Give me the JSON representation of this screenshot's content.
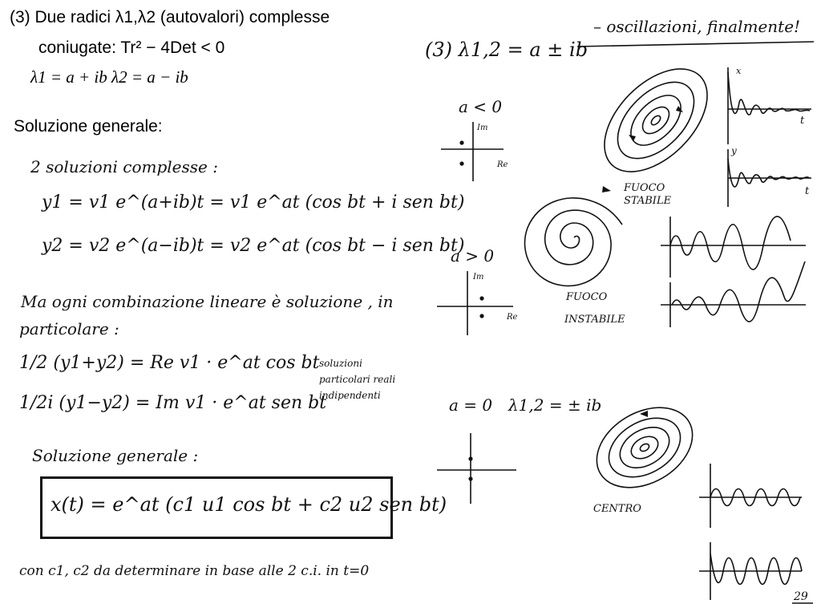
{
  "header": {
    "line1": "(3) Due radici λ1,λ2 (autovalori) complesse",
    "line2": "coniugate: Tr² − 4Det < 0",
    "eigen": "λ1 = a + ib    λ2 = a − ib"
  },
  "general_solution_title": "Soluzione generale:",
  "notes": {
    "two_solutions": "2 soluzioni complesse :",
    "y1": "y1 = v1 e^(a+ib)t = v1 e^at (cos bt + i sen bt)",
    "y2": "y2 = v2 e^(a−ib)t = v2 e^at (cos bt − i sen bt)",
    "linear_combo_1": "Ma ogni combinazione lineare è soluzione , in",
    "linear_combo_2": "particolare :",
    "real_part": "1/2 (y1+y2) = Re v1 · e^at cos bt",
    "imag_part": "1/2i (y1−y2) = Im v1 · e^at sen bt",
    "side_note_1": "soluzioni",
    "side_note_2": "particolari reali",
    "side_note_3": "indipendenti",
    "general_title": "Soluzione generale :",
    "general_formula": "x(t) = e^at (c1 u1 cos bt + c2 u2 sen bt)",
    "constants_note": "con c1, c2 da determinare in base alle 2 c.i. in t=0"
  },
  "right_panel": {
    "title": "(3)  λ1,2 = a ± ib",
    "oscillation_note": "– oscillazioni, finalmente!",
    "case_stable": "a < 0",
    "case_unstable": "a > 0",
    "case_center": "a = 0",
    "center_eigen": "λ1,2 = ± ib",
    "axis_im": "Im",
    "axis_re": "Re",
    "label_stable_1": "FUOCO",
    "label_stable_2": "STABILE",
    "label_unstable_1": "FUOCO",
    "label_unstable_2": "INSTABILE",
    "label_center": "CENTRO",
    "axis_x": "x",
    "axis_y": "y",
    "axis_t": "t",
    "page_number": "29"
  }
}
